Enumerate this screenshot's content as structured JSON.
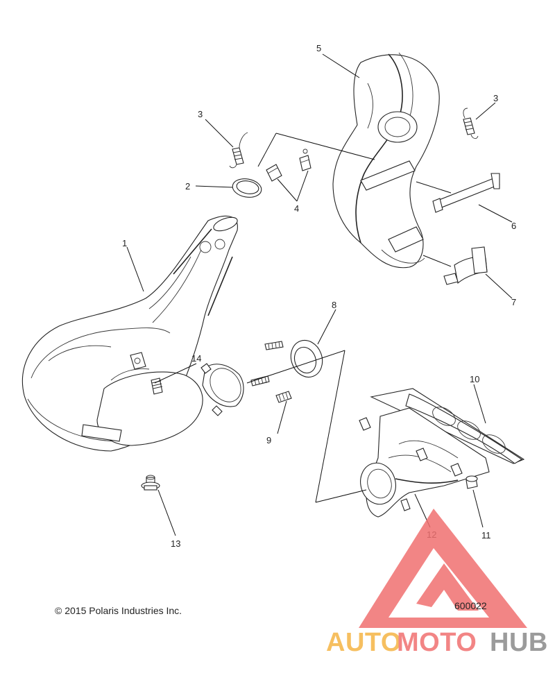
{
  "callouts": {
    "c1": "1",
    "c2": "2",
    "c3a": "3",
    "c3b": "3",
    "c4": "4",
    "c5": "5",
    "c6": "6",
    "c7": "7",
    "c8": "8",
    "c9": "9",
    "c10": "10",
    "c11": "11",
    "c12": "12",
    "c13": "13",
    "c14": "14"
  },
  "footer": {
    "copyright": "© 2015 Polaris Industries Inc.",
    "diagram_number": "600022"
  },
  "watermark": {
    "part1": "AUTO",
    "part2": "MOTO",
    "part3": "HUB",
    "color_orange": "#f5b445",
    "color_red": "#f07070",
    "color_gray": "#8a8a8a"
  }
}
